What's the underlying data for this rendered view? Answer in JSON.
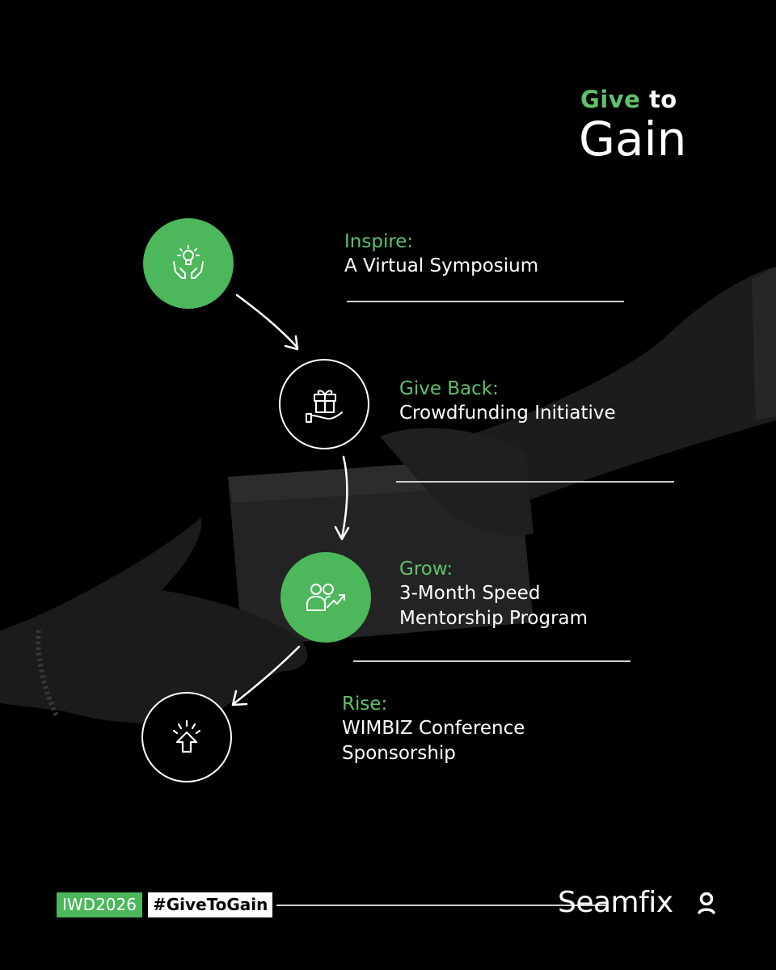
{
  "title": {
    "word1": "Give",
    "word2": "to",
    "word3": "Gain"
  },
  "steps": [
    {
      "label": "Inspire:",
      "desc": [
        "A Virtual Symposium"
      ],
      "icon": "hands-lightbulb-icon"
    },
    {
      "label": "Give Back:",
      "desc": [
        "Crowdfunding Initiative"
      ],
      "icon": "hand-gift-icon"
    },
    {
      "label": "Grow:",
      "desc": [
        "3-Month Speed",
        "Mentorship Program"
      ],
      "icon": "people-growth-icon"
    },
    {
      "label": "Rise:",
      "desc": [
        "WIMBIZ Conference",
        "Sponsorship"
      ],
      "icon": "rising-arrow-icon"
    }
  ],
  "footer": {
    "tag1": "IWD2026",
    "tag2": "#GiveToGain",
    "brand": "Seamfix"
  },
  "colors": {
    "accent": "#4cb75b",
    "accent_text": "#5ec26a",
    "background": "#000000",
    "text": "#ffffff"
  }
}
